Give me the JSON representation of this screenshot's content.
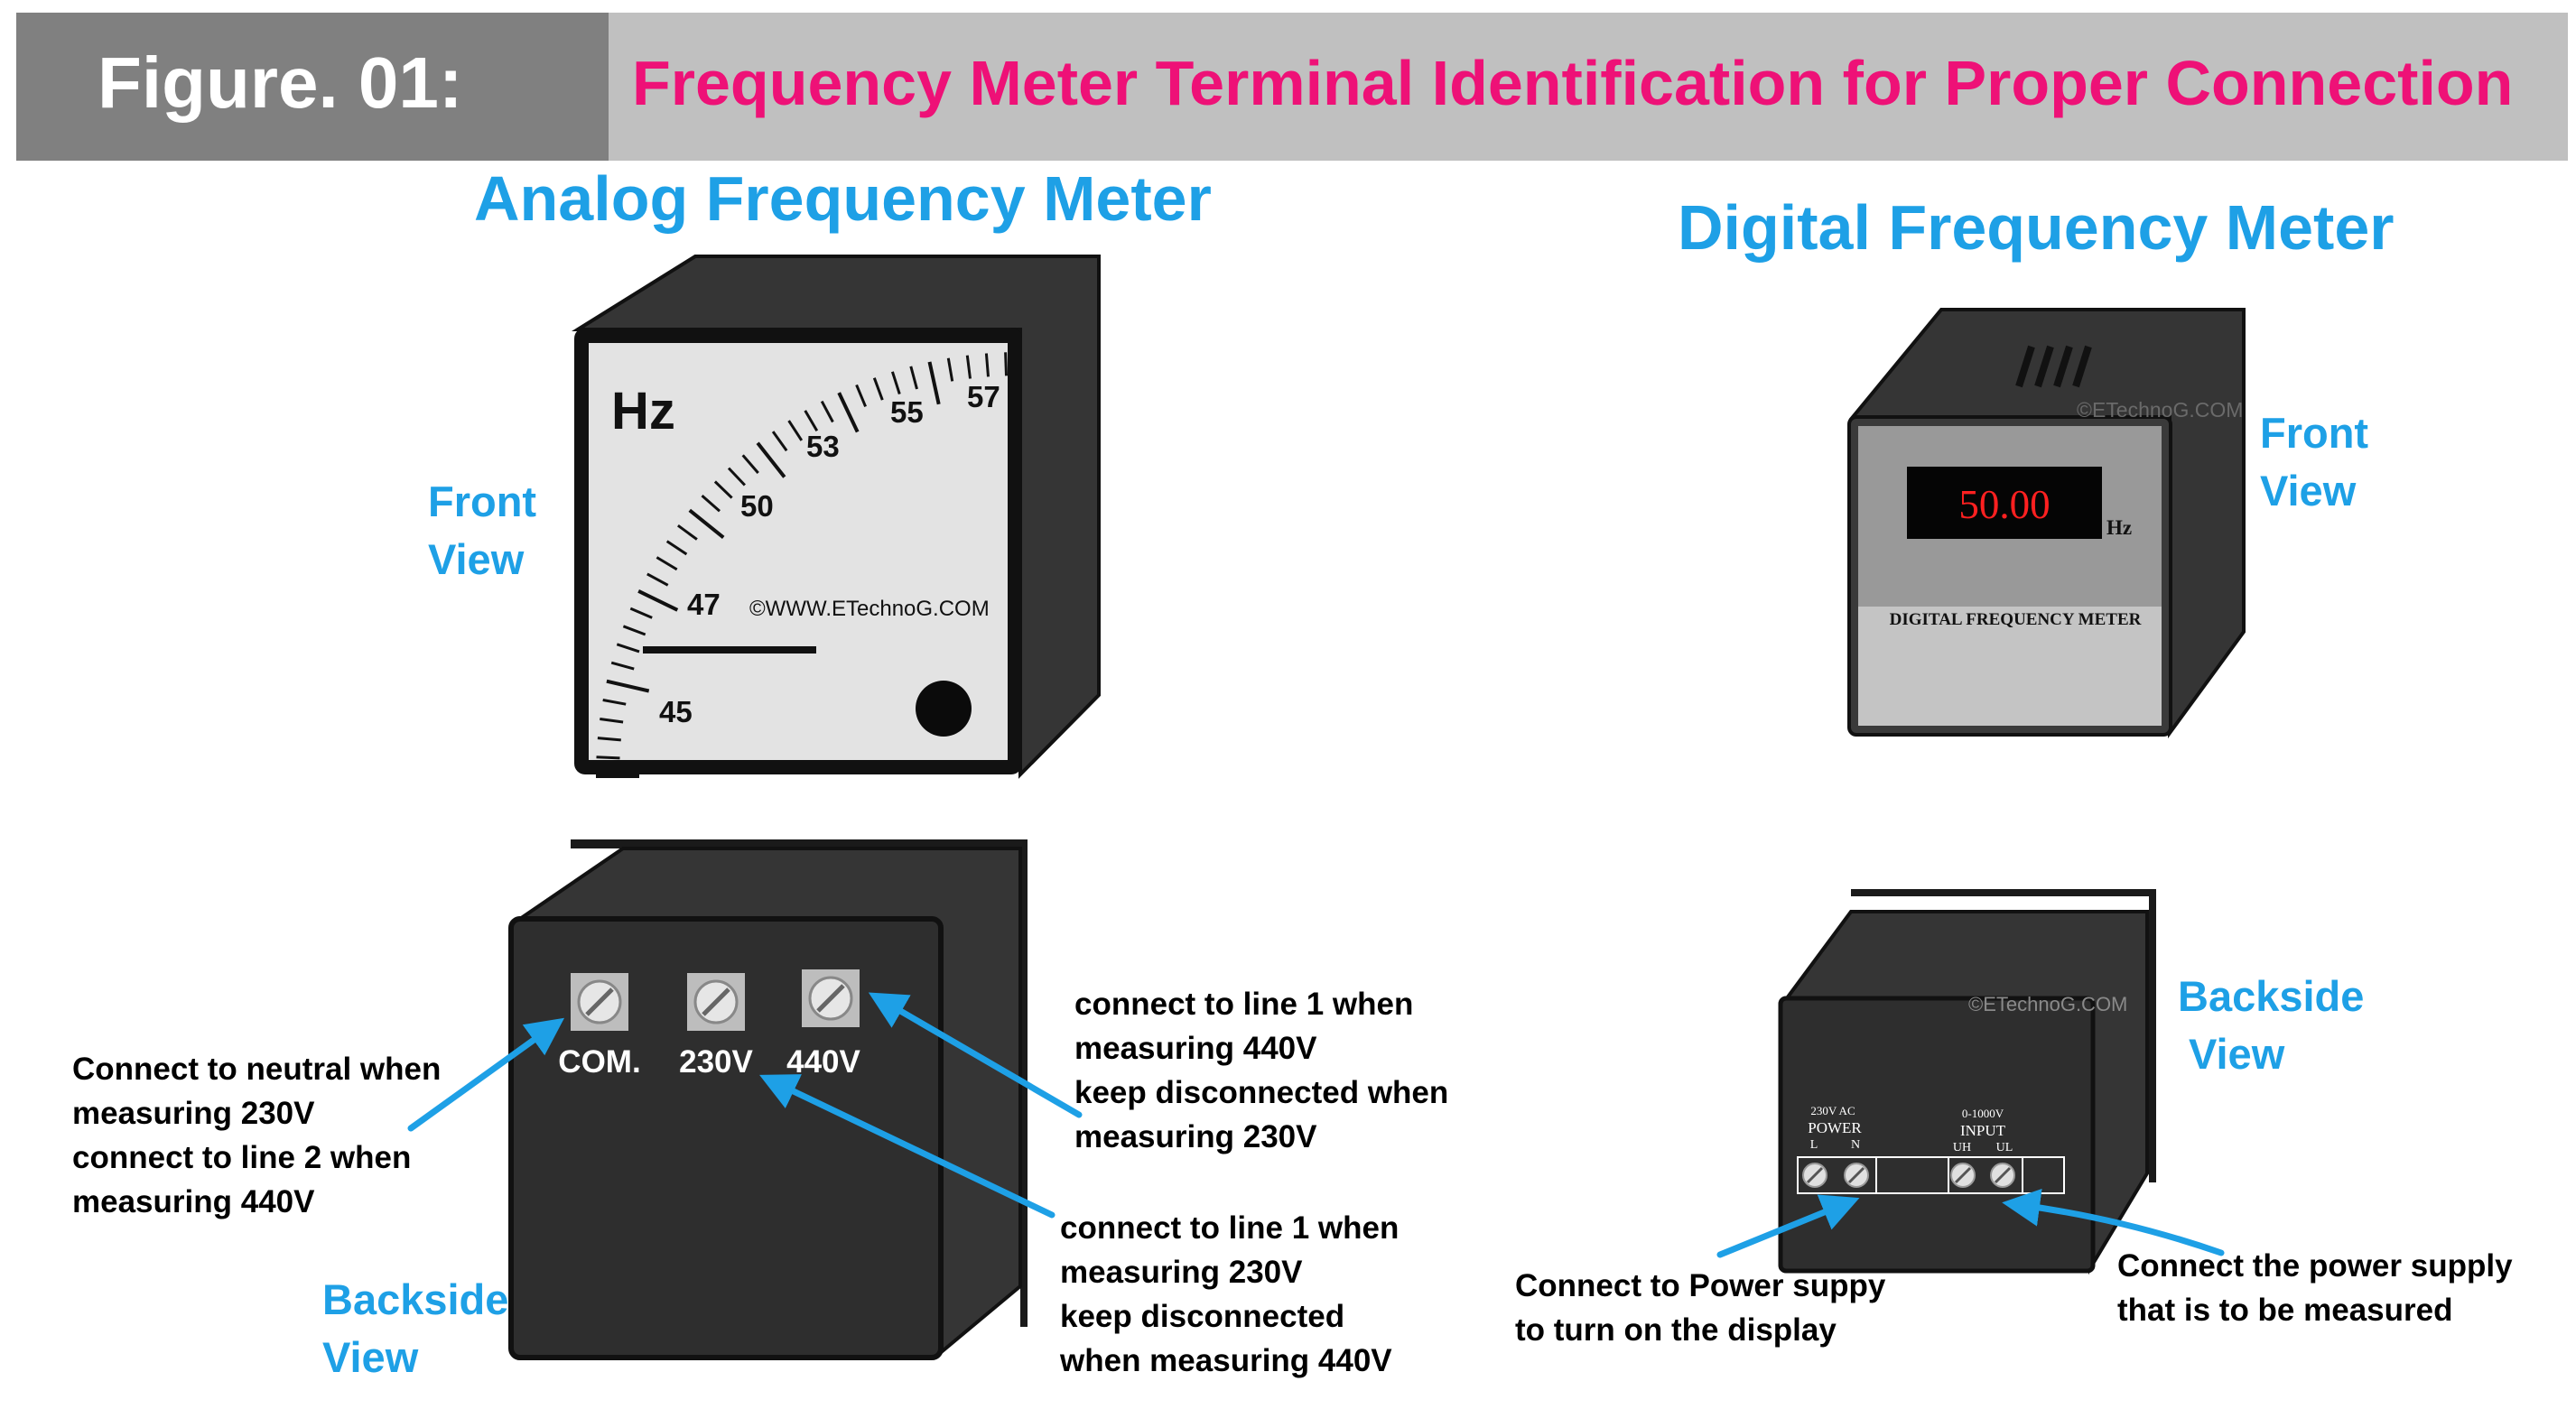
{
  "header": {
    "figure_label": "Figure. 01:",
    "title": "Frequency Meter Terminal Identification for Proper Connection",
    "label_bg": "#808080",
    "title_bg": "#c0c0c0",
    "title_color": "#ee1177"
  },
  "analog": {
    "title": "Analog Frequency Meter",
    "front_label": [
      "Front",
      "View"
    ],
    "back_label": [
      "Backside",
      "View"
    ],
    "unit": "Hz",
    "scale_labels": [
      "45",
      "47",
      "50",
      "53",
      "55",
      "57"
    ],
    "watermark": "©WWW.ETechnoG.COM",
    "terminals": [
      "COM.",
      "230V",
      "440V"
    ],
    "notes": {
      "com": [
        "Connect to neutral when",
        "measuring 230V",
        "connect to line 2 when",
        "measuring 440V"
      ],
      "v440": [
        "connect to line 1 when",
        "measuring 440V",
        "keep disconnected when",
        "measuring 230V"
      ],
      "v230": [
        "connect to line 1 when",
        "measuring 230V",
        "keep disconnected",
        "when measuring 440V"
      ]
    }
  },
  "digital": {
    "title": "Digital Frequency Meter",
    "front_label": [
      "Front",
      "View"
    ],
    "back_label": [
      "Backside",
      "View"
    ],
    "watermark_front": "©ETechnoG.COM",
    "watermark_back": "©ETechnoG.COM",
    "display_value": "50.00",
    "display_unit": "Hz",
    "panel_label": "DIGITAL FREQUENCY METER",
    "power_rating": "230V AC",
    "power_label": "POWER",
    "power_pins": [
      "L",
      "N"
    ],
    "input_rating": "0-1000V",
    "input_label": "INPUT",
    "input_pins": [
      "UH",
      "UL"
    ],
    "notes": {
      "power": [
        "Connect to Power suppy",
        "to turn on the display"
      ],
      "input": [
        "Connect the power supply",
        "that is to be measured"
      ]
    }
  },
  "colors": {
    "accent": "#1ea0e6",
    "case": "#333333",
    "display_text": "#ff2020"
  }
}
